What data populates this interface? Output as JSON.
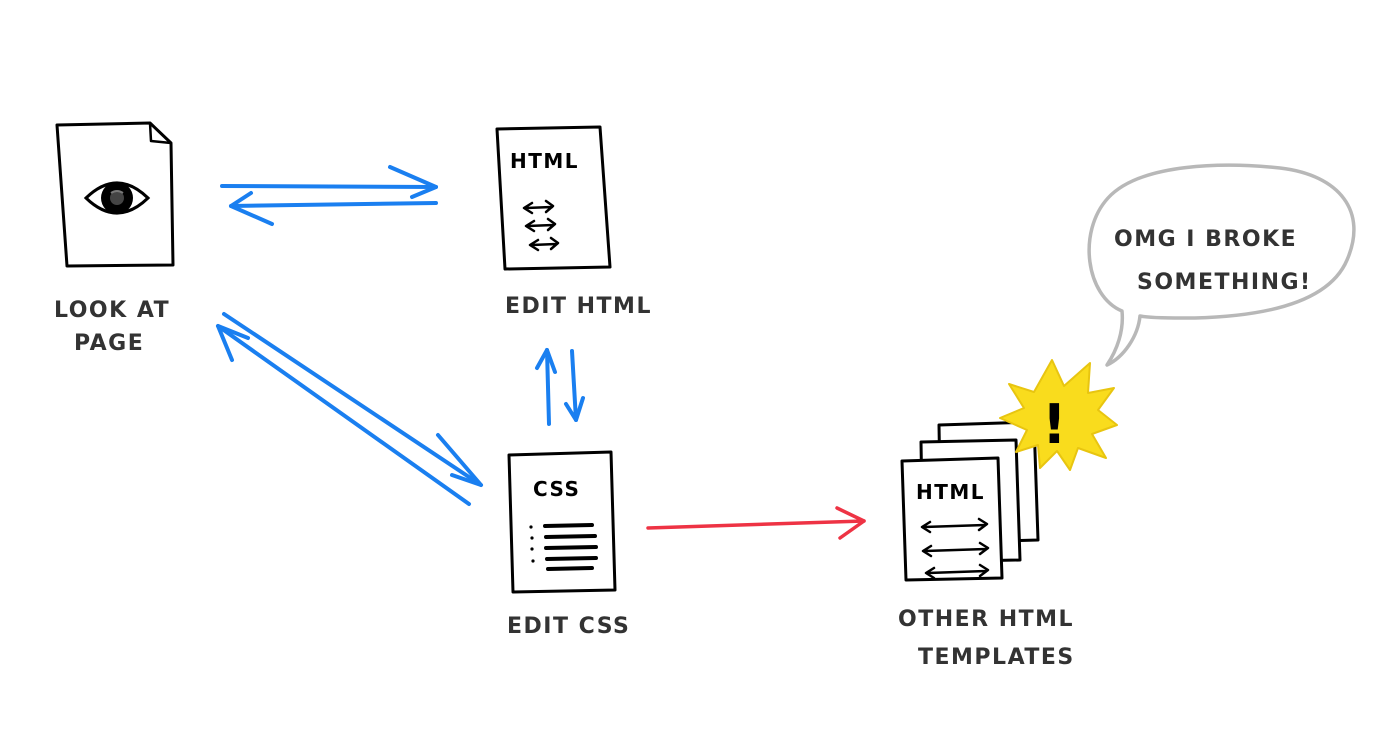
{
  "colors": {
    "blue_arrow": "#1a7ff0",
    "red_arrow": "#ee3344",
    "burst": "#f9dc1d",
    "bubble_stroke": "#b8b8b8",
    "ink": "#000000",
    "label_ink": "#333333"
  },
  "nodes": {
    "look_at_page": {
      "icon": "document-eye-icon",
      "label_line1": "LOOK AT",
      "label_line2": "PAGE"
    },
    "edit_html": {
      "icon": "html-document-icon",
      "doc_title": "HTML",
      "label": "EDIT HTML"
    },
    "edit_css": {
      "icon": "css-document-icon",
      "doc_title": "CSS",
      "label": "EDIT CSS"
    },
    "other_templates": {
      "icon": "stacked-html-documents-icon",
      "doc_title": "HTML",
      "label_line1": "OTHER HTML",
      "label_line2": "TEMPLATES"
    }
  },
  "alert": {
    "icon": "exclamation-burst-icon",
    "mark": "!"
  },
  "speech_bubble": {
    "line1": "OMG I BROKE",
    "line2": "SOMETHING!"
  },
  "edges": [
    {
      "from": "look_at_page",
      "to": "edit_html",
      "kind": "two-way",
      "color": "blue"
    },
    {
      "from": "look_at_page",
      "to": "edit_css",
      "kind": "two-way",
      "color": "blue"
    },
    {
      "from": "edit_html",
      "to": "edit_css",
      "kind": "two-way",
      "color": "blue"
    },
    {
      "from": "edit_css",
      "to": "other_templates",
      "kind": "one-way",
      "color": "red"
    }
  ]
}
